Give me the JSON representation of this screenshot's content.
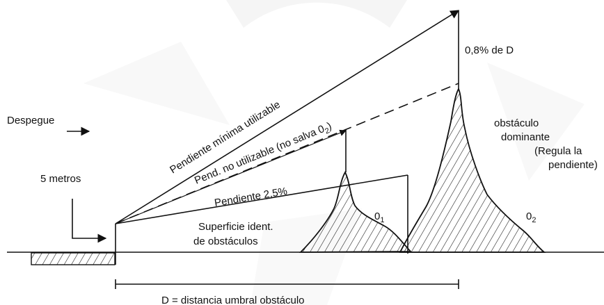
{
  "labels": {
    "takeoff": "Despegue",
    "height": "5 metros",
    "min_slope": "Pendiente mínima utilizable",
    "unusable_slope": "Pend. no utilizable (no salva 0",
    "unusable_slope_sub": "2",
    "unusable_slope_close": ")",
    "slope_25": "Pendiente 2,5%",
    "surface_1": "Superficie ident.",
    "surface_2": "de obstáculos",
    "pct_d": "0,8% de D",
    "dominant_1": "obstáculo",
    "dominant_2": "dominante",
    "dominant_3": "(Regula la",
    "dominant_4": "pendiente)",
    "obst1": "0",
    "obst1_sub": "1",
    "obst2": "0",
    "obst2_sub": "2",
    "distance": "D = distancia umbral obstáculo"
  }
}
